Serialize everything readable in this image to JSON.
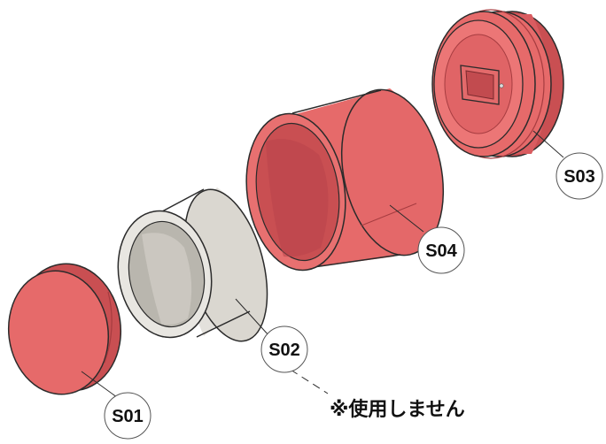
{
  "parts": [
    {
      "id": "S01",
      "label": "S01",
      "part_name": "end-cap-red"
    },
    {
      "id": "S02",
      "label": "S02",
      "part_name": "sleeve-gray"
    },
    {
      "id": "S03",
      "label": "S03",
      "part_name": "end-cap-socket-red"
    },
    {
      "id": "S04",
      "label": "S04",
      "part_name": "tube-red"
    }
  ],
  "note": "※使用しません",
  "colors": {
    "red_part": "#e66a6a",
    "red_shade": "#c94f52",
    "red_dark": "#a63c40",
    "gray_part": "#e3e1dc",
    "gray_shade": "#b9b6ae",
    "outline": "#2b2b2b"
  }
}
